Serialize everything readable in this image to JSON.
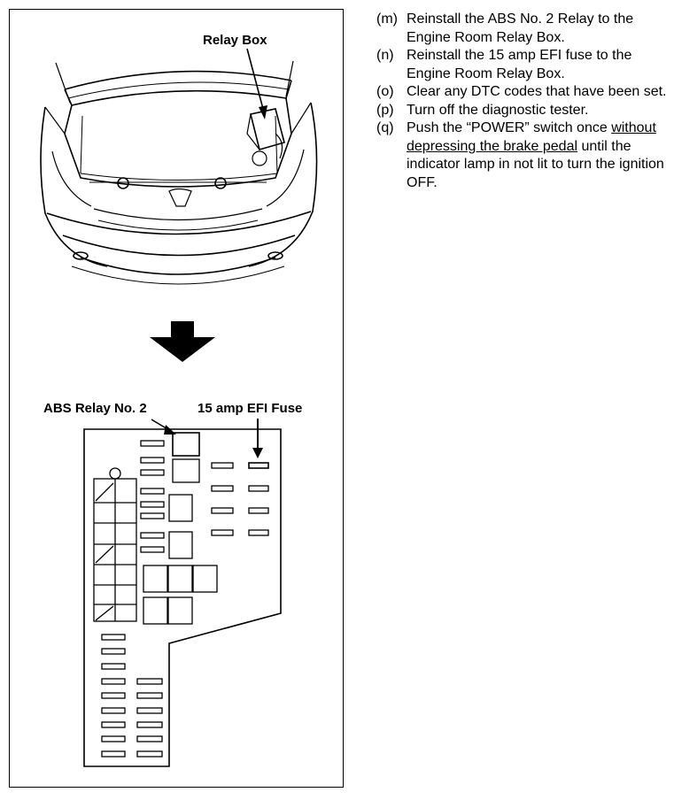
{
  "figure": {
    "relay_box_label": "Relay Box",
    "abs_relay_label": "ABS Relay No. 2",
    "efi_fuse_label": "15 amp EFI Fuse"
  },
  "steps": [
    {
      "letter": "(m)",
      "text": "Reinstall the ABS No. 2 Relay to the Engine Room Relay Box."
    },
    {
      "letter": "(n)",
      "text": "Reinstall the 15 amp EFI fuse to the Engine Room Relay Box."
    },
    {
      "letter": "(o)",
      "text": "Clear any DTC codes that have been set."
    },
    {
      "letter": "(p)",
      "text": "Turn off the diagnostic tester."
    },
    {
      "letter": "(q)",
      "text_before": "Push the “POWER” switch once ",
      "text_underlined": "without depressing the brake pedal",
      "text_after": " until the indicator lamp in not lit to turn the ignition OFF."
    }
  ]
}
